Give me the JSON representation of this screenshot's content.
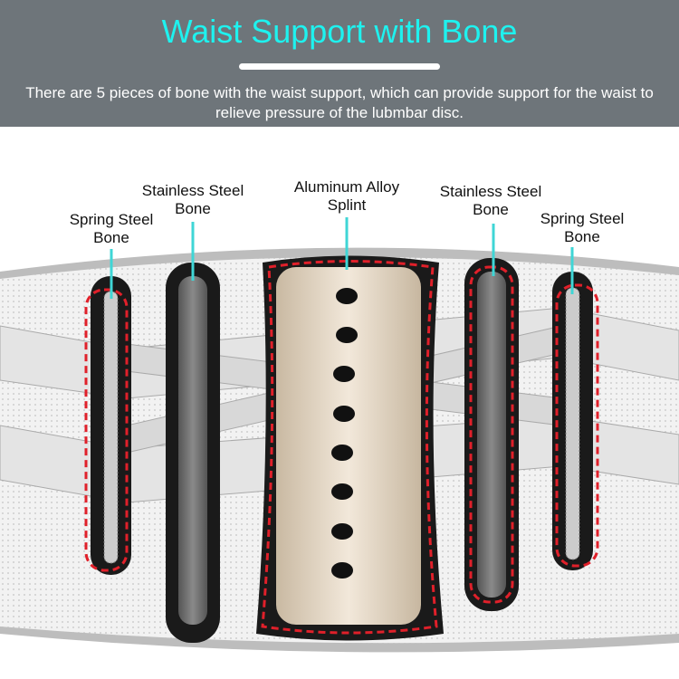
{
  "header": {
    "title": "Waist Support with Bone",
    "description": "There are 5 pieces of bone with the waist support, which can provide support for the waist to relieve pressure of the lubmbar disc."
  },
  "labels": {
    "spring_left": [
      "Spring Steel",
      "Bone"
    ],
    "stainless_left": [
      "Stainless Steel",
      "Bone"
    ],
    "aluminum": [
      "Aluminum Alloy",
      "Splint"
    ],
    "stainless_right": [
      "Stainless Steel",
      "Bone"
    ],
    "spring_right": [
      "Spring Steel",
      "Bone"
    ]
  },
  "colors": {
    "header_bg": "#6e757a",
    "title": "#1ef2ef",
    "pointer": "#3fd6d6",
    "stitch": "#e0202a"
  }
}
